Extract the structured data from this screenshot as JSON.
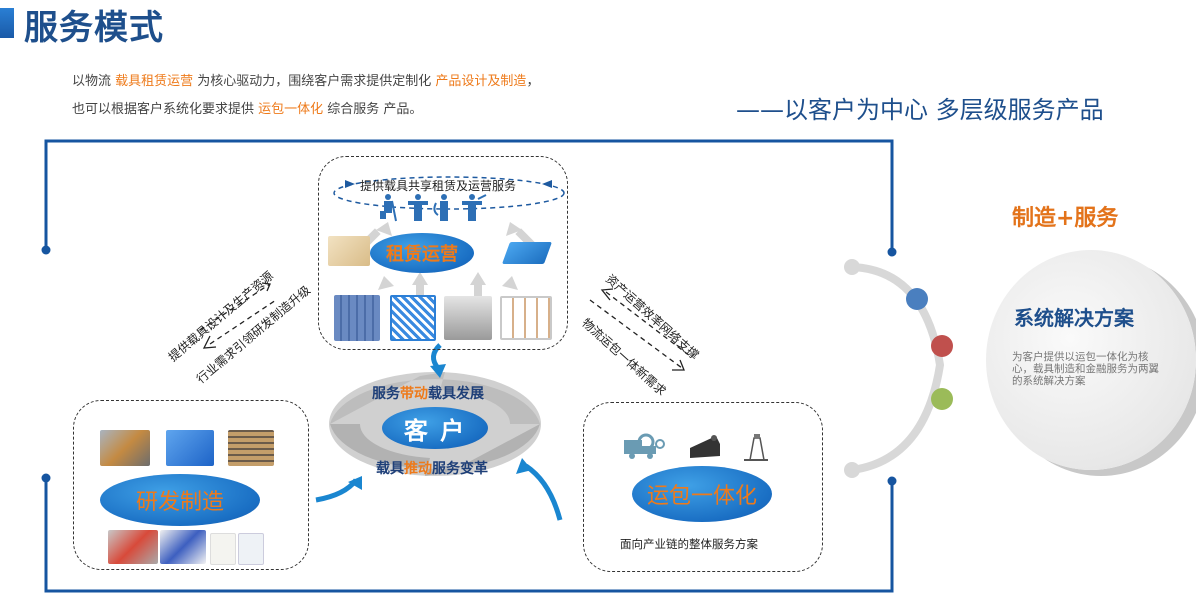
{
  "header": {
    "title": "服务模式",
    "intro_line1": {
      "p1": "以物流 ",
      "h1": "载具租赁运营",
      "p2": " 为核心驱动力，围绕客户需求提供定制化 ",
      "h2": "产品设计及制造",
      "p3": "，"
    },
    "intro_line2": {
      "p1": "也可以根据客户系统化要求提供 ",
      "h1": "运包一体化",
      "p2": " 综合服务 产品。"
    },
    "tagline": "——以客户为中心   多层级服务产品"
  },
  "leasing": {
    "banner": "提供载具共享租赁及运营服务",
    "label": "租赁运营",
    "icons": [
      "worker-cleaner-icon",
      "worker-carrier-icon",
      "worker-electrician-icon",
      "worker-miner-icon"
    ],
    "products": [
      "wooden-pallet",
      "plastic-pallet",
      "foldable-container",
      "steel-cage",
      "plastic-pallet-box",
      "steel-rack"
    ]
  },
  "left_flow": {
    "upper": "提供载具设计及生产资源",
    "lower": "行业需求引领研发制造升级"
  },
  "right_flow": {
    "upper": "资产运营效率网络支撑",
    "lower": "物流运包一体新需求"
  },
  "customer": {
    "top": {
      "p1": "服务",
      "h": "带动",
      "p2": "载具发展"
    },
    "center": "客 户",
    "bottom": {
      "p1": "载具",
      "h": "推动",
      "p2": "服务变革"
    }
  },
  "rd": {
    "label": "研发制造",
    "photos": [
      "robot-welding-photo",
      "blue-container-photo",
      "warehouse-rack-photo",
      "cad-model-photo",
      "stress-analysis-photo",
      "certificate-photo-1",
      "certificate-photo-2"
    ]
  },
  "integration": {
    "label": "运包一体化",
    "caption": "面向产业链的整体服务方案",
    "icons": [
      "truck-gear-icon",
      "cake-icon",
      "tower-icon"
    ]
  },
  "right_panel": {
    "heading": "制造+服务",
    "solution_title": "系统解决方案",
    "solution_desc": "为客户提供以运包一体化为核心，载具制造和金融服务为两翼的系统解决方案",
    "dots": [
      {
        "name": "blue-dot",
        "color": "#4a7fbf"
      },
      {
        "name": "red-dot",
        "color": "#c0504d"
      },
      {
        "name": "green-dot",
        "color": "#9bbb59"
      }
    ]
  },
  "colors": {
    "brand_blue": "#1e4f8c",
    "accent_orange": "#ee7a1a",
    "frame_blue": "#1655a0"
  }
}
